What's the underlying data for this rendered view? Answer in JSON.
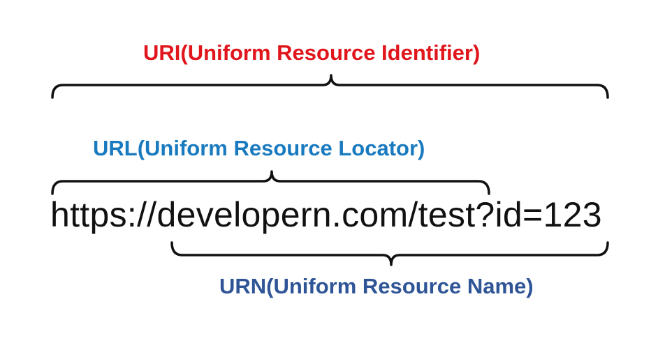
{
  "diagram": {
    "uri_label": "URI(Uniform Resource Identifier)",
    "url_label": "URL(Uniform Resource Locator)",
    "urn_label": "URN(Uniform Resource Name)",
    "example_url": "https://developern.com/test?id=123"
  },
  "colors": {
    "uri": "#e0161c",
    "url": "#1a7abf",
    "urn": "#2f5597",
    "text": "#111111"
  }
}
